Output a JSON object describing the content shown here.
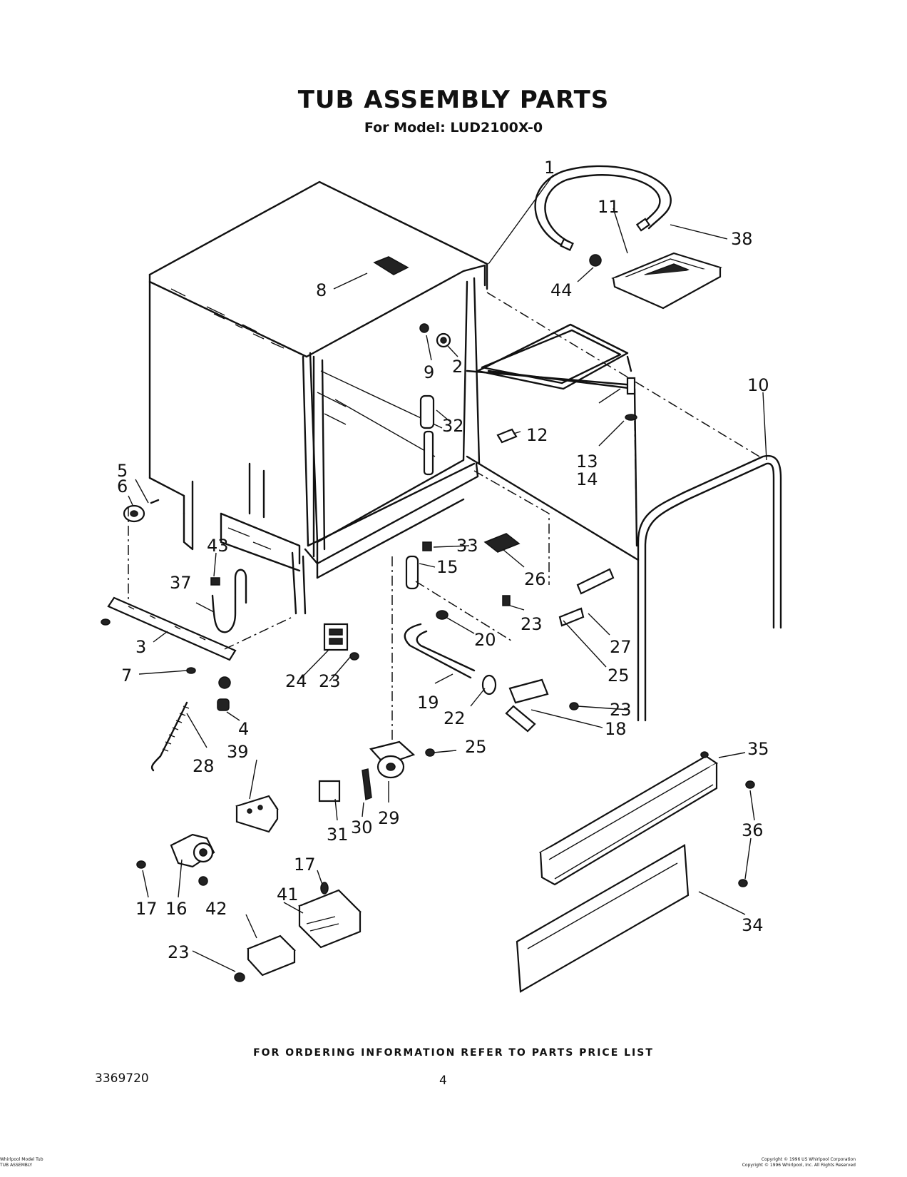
{
  "header": {
    "title": "TUB ASSEMBLY PARTS",
    "subtitle": "For Model: LUD2100X-0"
  },
  "part_labels": [
    {
      "id": "1",
      "text": "1"
    },
    {
      "id": "11",
      "text": "11"
    },
    {
      "id": "38",
      "text": "38"
    },
    {
      "id": "8",
      "text": "8"
    },
    {
      "id": "44",
      "text": "44"
    },
    {
      "id": "9",
      "text": "9"
    },
    {
      "id": "2",
      "text": "2"
    },
    {
      "id": "10",
      "text": "10"
    },
    {
      "id": "32",
      "text": "32"
    },
    {
      "id": "12",
      "text": "12"
    },
    {
      "id": "13",
      "text": "13"
    },
    {
      "id": "14",
      "text": "14"
    },
    {
      "id": "5",
      "text": "5"
    },
    {
      "id": "6",
      "text": "6"
    },
    {
      "id": "43",
      "text": "43"
    },
    {
      "id": "33",
      "text": "33"
    },
    {
      "id": "15",
      "text": "15"
    },
    {
      "id": "26",
      "text": "26"
    },
    {
      "id": "37",
      "text": "37"
    },
    {
      "id": "23a",
      "text": "23"
    },
    {
      "id": "3",
      "text": "3"
    },
    {
      "id": "20",
      "text": "20"
    },
    {
      "id": "27",
      "text": "27"
    },
    {
      "id": "7",
      "text": "7"
    },
    {
      "id": "24",
      "text": "24"
    },
    {
      "id": "23b",
      "text": "23"
    },
    {
      "id": "25a",
      "text": "25"
    },
    {
      "id": "19",
      "text": "19"
    },
    {
      "id": "22",
      "text": "22"
    },
    {
      "id": "23c",
      "text": "23"
    },
    {
      "id": "4",
      "text": "4"
    },
    {
      "id": "18",
      "text": "18"
    },
    {
      "id": "28",
      "text": "28"
    },
    {
      "id": "39",
      "text": "39"
    },
    {
      "id": "25b",
      "text": "25"
    },
    {
      "id": "35",
      "text": "35"
    },
    {
      "id": "29",
      "text": "29"
    },
    {
      "id": "30",
      "text": "30"
    },
    {
      "id": "31",
      "text": "31"
    },
    {
      "id": "36",
      "text": "36"
    },
    {
      "id": "17a",
      "text": "17"
    },
    {
      "id": "17b",
      "text": "17"
    },
    {
      "id": "16",
      "text": "16"
    },
    {
      "id": "41",
      "text": "41"
    },
    {
      "id": "42",
      "text": "42"
    },
    {
      "id": "34",
      "text": "34"
    },
    {
      "id": "23d",
      "text": "23"
    }
  ],
  "footer": {
    "ordering_note": "FOR ORDERING INFORMATION REFER TO PARTS PRICE LIST",
    "document_number": "3369720",
    "page_number": "4",
    "left_small_line1": "Whirlpool Model Tub",
    "left_small_line2": "TUB ASSEMBLY",
    "right_small_line1": "Copyright © 1996 US Whirlpool Corporation",
    "right_small_line2": "Copyright © 1996 Whirlpool, Inc. All Rights Reserved"
  }
}
